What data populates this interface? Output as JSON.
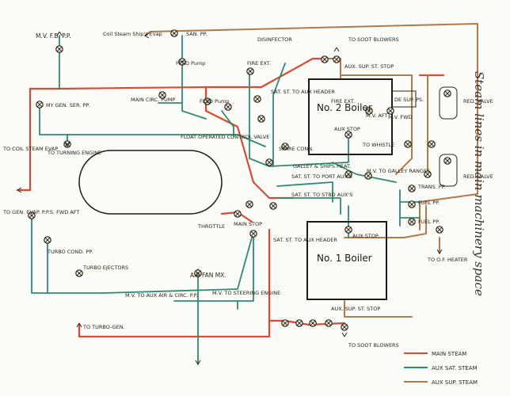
{
  "title": "Steam lines in main machinery space",
  "colors": {
    "main_steam": "#d94a33",
    "aux_sat_steam": "#2f8a72",
    "aux_sup_steam": "#b07a4a",
    "aux_sup_line2": "#7fb0a8",
    "ink": "#2a2418",
    "paper": "#fbfbf7"
  },
  "labels": {
    "mv_fb_pp": "M.V. F.B. P.P.",
    "coil_steam_ships_evap": "Coil Steam Ship's Evap",
    "san_pp": "SAN. PP.",
    "disinfector": "DISINFECTOR",
    "to_soot_blowers_top": "TO SOOT BLOWERS",
    "aux_sup_st_stop_top": "AUX. SUP. ST. STOP",
    "main_circ_pump": "MAIN CIRC. PUMP",
    "feed_pump_top": "FEED Pump",
    "feed_pump_mid": "FEED Pump",
    "fire_ext_left": "FIRE EXT.",
    "fire_ext_right": "FIRE EXT.",
    "sat_st_to_aux_header_top": "SAT. ST. TO AUX HEADER",
    "no2_boiler": "No. 2 Boiler",
    "de_super": "DE SUP. PS.",
    "red_valve_top": "RED. VALVE",
    "red_valve_bottom": "RED. VALVE",
    "my_gen_ser_pp": "MY GEN. SER. PP.",
    "to_coil_steam_evap": "TO COIL STEAM EVAP",
    "to_turning_engine": "TO TURNING ENGINE",
    "float_operated_control_valve": "FLOAT OPERATED CONTROL VALVE",
    "aux_stop": "AUX STOP",
    "mv_aft": "M.V. AFT",
    "mv_fwd": "M.V. FWD",
    "to_whistle": "TO WHISTLE",
    "spare_conn": "SPARE CONN.",
    "galley_ships_heat": "GALLEY & SHIPS HEAT.",
    "sat_st_to_port_aux": "SAT. ST. TO PORT AUX'S",
    "sat_st_to_stbd_aux": "SAT. ST. TO STBD AUX'S",
    "mv_to_galley_ranges": "M.V. TO GALLEY RANGES",
    "trans_pp": "TRANS. PP.",
    "fuel_pp_1": "FUEL PP.",
    "fuel_pp_2": "FUEL PP.",
    "to_gen_evap_pps_fwd_aft": "TO GEN. EVAP. P.P.S. FWD AFT",
    "throttle": "THROTTLE",
    "main_stop": "MAIN STOP",
    "turbo_cond_pp": "TURBO COND. PP.",
    "turbo_ejectors": "TURBO EJECTORS",
    "sat_st_to_aux_header_bottom": "SAT. ST. TO AUX HEADER",
    "aux_stop_no1": "AUX STOP",
    "no1_boiler": "No. 1 Boiler",
    "to_of_heater": "TO O.F. HEATER",
    "air_fan_mx": "AIR FAN MX.",
    "mv_to_aux_air_circ_pp": "M.V. TO AUX AIR & CIRC. P.P.",
    "mv_to_steering_engine": "M.V. TO STEERING ENGINE",
    "aux_sup_st_stop_bottom": "AUX. SUP. ST. STOP",
    "to_soot_blowers_bottom": "TO SOOT BLOWERS",
    "to_turbo_gen": "TO TURBO-GEN."
  },
  "legend": [
    {
      "label": "MAIN STEAM",
      "color": "#d94a33"
    },
    {
      "label": "AUX SAT. STEAM",
      "color": "#2f8a72"
    },
    {
      "label": "AUX SUP. STEAM",
      "color": "#b07a4a"
    }
  ]
}
